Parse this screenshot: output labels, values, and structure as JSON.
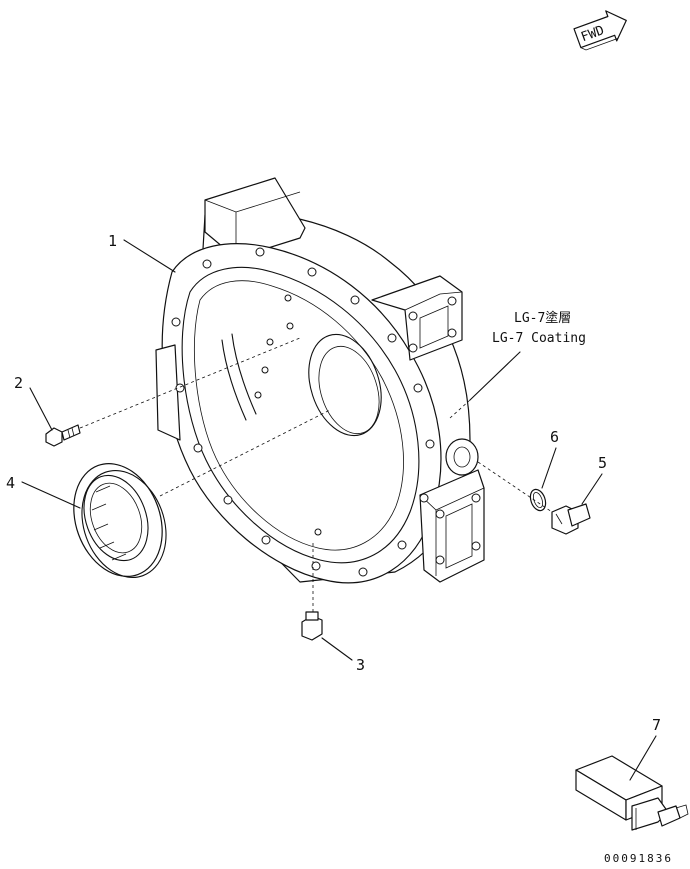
{
  "drawing": {
    "fwd_label": "FWD",
    "note_jp": "LG-7塗層",
    "note_en": "LG-7 Coating",
    "drawing_code": "00091836"
  },
  "callouts": [
    "1",
    "2",
    "3",
    "4",
    "5",
    "6",
    "7"
  ]
}
